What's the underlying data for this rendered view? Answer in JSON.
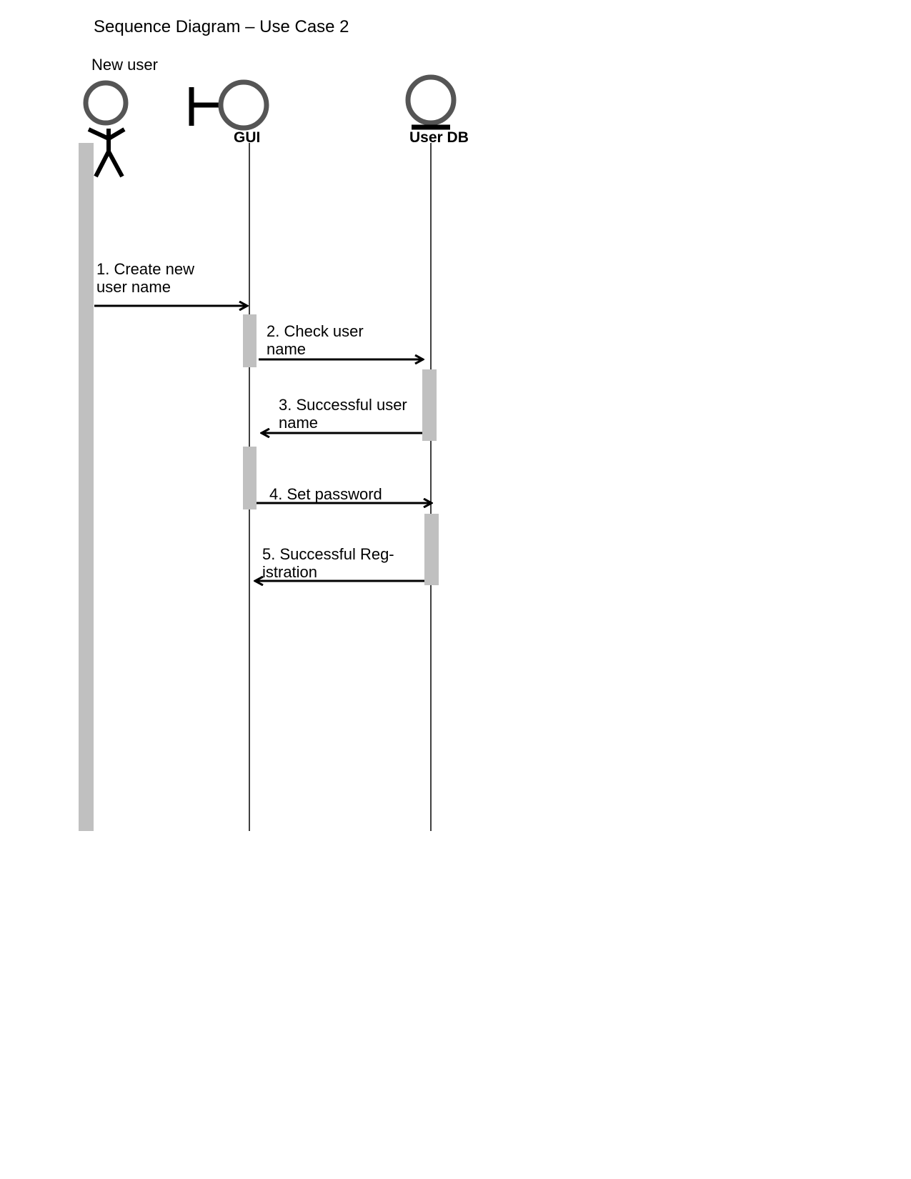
{
  "diagram": {
    "title": "Sequence Diagram – Use Case 2",
    "participants": [
      {
        "id": "new-user",
        "label": "New user",
        "kind": "actor"
      },
      {
        "id": "gui",
        "label": "GUI",
        "kind": "boundary"
      },
      {
        "id": "user-db",
        "label": "User DB",
        "kind": "entity"
      }
    ],
    "messages": [
      {
        "label": "1. Create new\nuser name",
        "from": "new-user",
        "to": "gui"
      },
      {
        "label": "2. Check user\nname",
        "from": "gui",
        "to": "user-db"
      },
      {
        "label": "3. Successful user\nname",
        "from": "user-db",
        "to": "gui"
      },
      {
        "label": "4. Set password",
        "from": "gui",
        "to": "user-db"
      },
      {
        "label": "5. Successful Reg-\nistration",
        "from": "user-db",
        "to": "gui"
      }
    ]
  },
  "colors": {
    "activation": "#c0c0c0",
    "icon_gray": "#555555",
    "line": "#000000"
  }
}
